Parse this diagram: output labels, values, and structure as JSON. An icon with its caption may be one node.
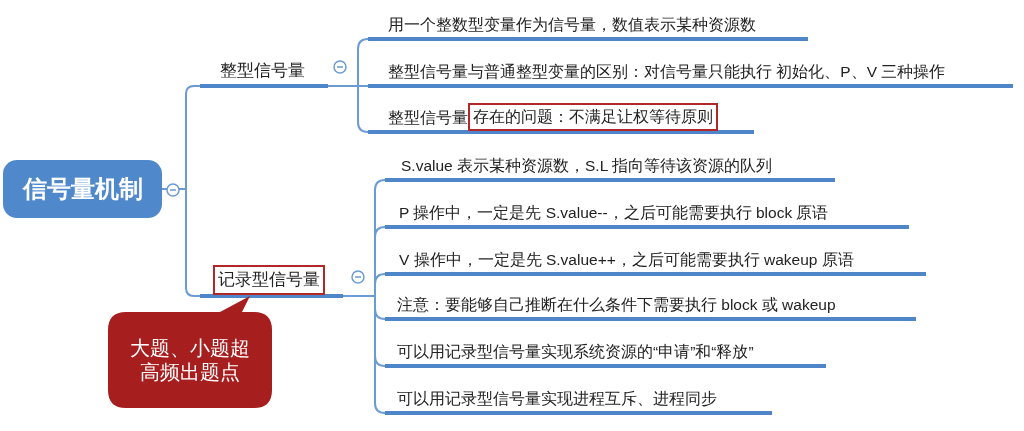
{
  "diagram": {
    "nodes": [
      {
        "text": [
          "信号量机制"
        ]
      },
      {
        "text": [
          "整型信号量"
        ]
      },
      {
        "text": [
          "记录型信号量"
        ]
      },
      {
        "text": [
          "用一个整数型变量作为信号量，数值表示某种资源数"
        ]
      },
      {
        "text": [
          "整型信号量与普通整型变量的区别：对信号量只能执行 初始化、P、V 三种操作"
        ]
      },
      {
        "text": [
          "整型信号量",
          "存在的问题：不满足让权等待原则"
        ]
      },
      {
        "text": [
          "S.value 表示某种资源数，S.L 指向等待该资源的队列"
        ]
      },
      {
        "text": [
          "P 操作中，一定是先 S.value--，之后可能需要执行 block 原语"
        ]
      },
      {
        "text": [
          "V 操作中，一定是先 S.value++，之后可能需要执行 wakeup 原语"
        ]
      },
      {
        "text": [
          "注意：要能够自己推断在什么条件下需要执行 block 或 wakeup"
        ]
      },
      {
        "text": [
          "可以用记录型信号量实现系统资源的“申请”和“释放”"
        ]
      },
      {
        "text": [
          "可以用记录型信号量实现进程互斥、进程同步"
        ]
      },
      {
        "text": [
          "大题、小题超高频出题点"
        ]
      }
    ],
    "edges": [
      {
        "from": 0,
        "to": 1,
        "arrow": "none"
      },
      {
        "from": 0,
        "to": 2,
        "arrow": "none"
      },
      {
        "from": 1,
        "to": 3,
        "arrow": "none"
      },
      {
        "from": 1,
        "to": 4,
        "arrow": "none"
      },
      {
        "from": 1,
        "to": 5,
        "arrow": "none"
      },
      {
        "from": 2,
        "to": 6,
        "arrow": "none"
      },
      {
        "from": 2,
        "to": 7,
        "arrow": "none"
      },
      {
        "from": 2,
        "to": 8,
        "arrow": "none"
      },
      {
        "from": 2,
        "to": 9,
        "arrow": "none"
      },
      {
        "from": 2,
        "to": 10,
        "arrow": "none"
      },
      {
        "from": 2,
        "to": 11,
        "arrow": "none"
      }
    ]
  }
}
